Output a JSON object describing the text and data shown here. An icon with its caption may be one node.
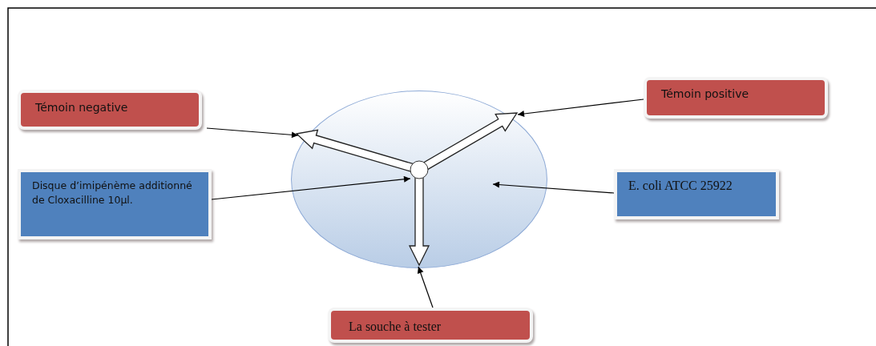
{
  "diagram": {
    "nodes": [
      {
        "text": [
          "Témoin negative"
        ]
      },
      {
        "text": [
          "Disque d’imipénème additionné de Cloxacilline 10µl."
        ]
      },
      {
        "text": [
          "Témoin positive"
        ]
      },
      {
        "text": [
          "E. coli ATCC 25922"
        ]
      },
      {
        "text": [
          "La souche à tester"
        ]
      },
      {
        "text": [],
        "shape": "circle"
      },
      {
        "text": [],
        "shape": "circle",
        "in": 5
      },
      {
        "text": [],
        "shape": "arrow",
        "in": 5
      },
      {
        "text": [],
        "shape": "arrow",
        "in": 5
      },
      {
        "text": [],
        "shape": "arrow",
        "in": 5
      }
    ],
    "edges": [
      {
        "from": 0,
        "to": 7,
        "arrow": "to"
      },
      {
        "from": 1,
        "to": 6,
        "arrow": "to"
      },
      {
        "from": 2,
        "to": 8,
        "arrow": "to"
      },
      {
        "from": 3,
        "to": 5,
        "arrow": "to"
      },
      {
        "from": 4,
        "to": 9,
        "arrow": "to"
      }
    ]
  }
}
